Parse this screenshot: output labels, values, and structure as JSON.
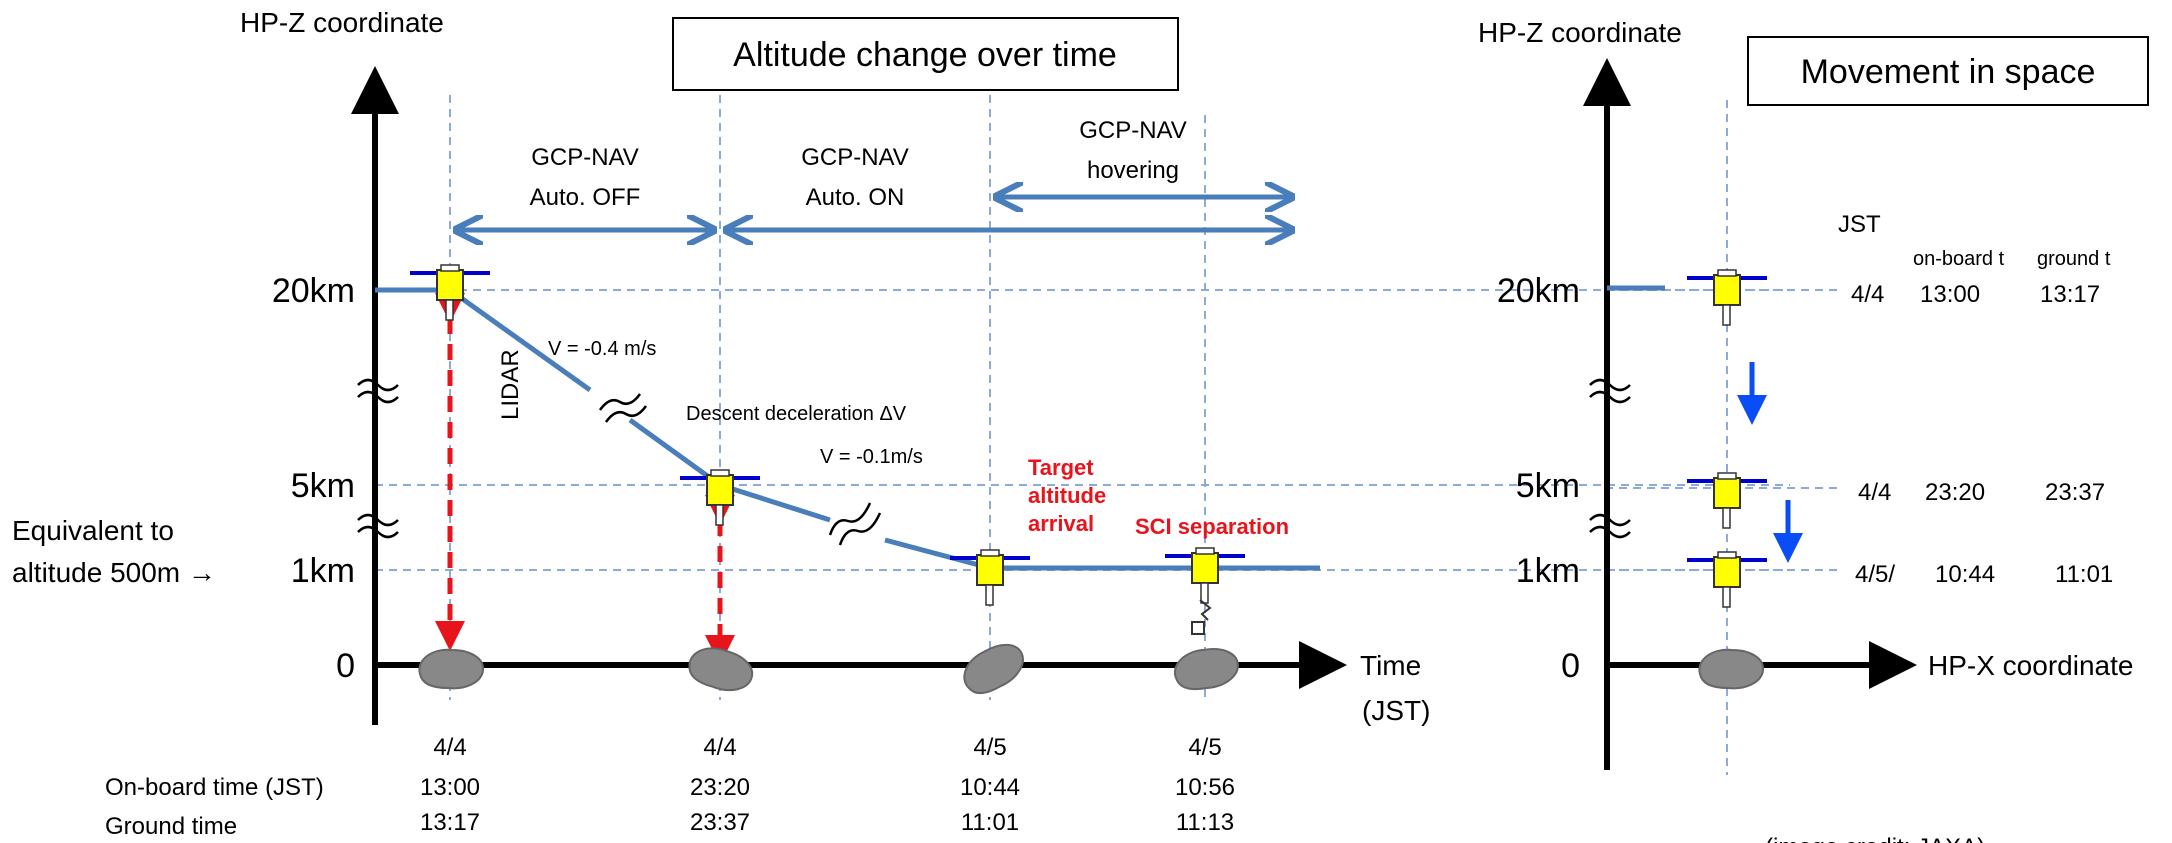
{
  "left_panel": {
    "title": "Altitude change over time",
    "y_axis_label": "HP-Z coordinate",
    "x_axis_label_line1": "Time",
    "x_axis_label_line2": "(JST)",
    "y_ticks": [
      "20km",
      "5km",
      "1km",
      "0"
    ],
    "equivalent_line1": "Equivalent to",
    "equivalent_line2": "altitude 500m →",
    "phases": [
      {
        "line1": "GCP-NAV",
        "line2": "Auto. OFF"
      },
      {
        "line1": "GCP-NAV",
        "line2": "Auto. ON"
      },
      {
        "line1": "GCP-NAV",
        "line2": "hovering"
      }
    ],
    "velocity_1": "V = -0.4 m/s",
    "decel_label": "Descent deceleration ΔV",
    "velocity_2": "V = -0.1m/s",
    "lidar_label": "LIDAR",
    "target_label": [
      "Target",
      "altitude",
      "arrival"
    ],
    "sci_label": "SCI separation",
    "row_label_onboard": "On-board time (JST)",
    "row_label_ground": "Ground time",
    "events": [
      {
        "date": "4/4",
        "onboard": "13:00",
        "ground": "13:17"
      },
      {
        "date": "4/4",
        "onboard": "23:20",
        "ground": "23:37"
      },
      {
        "date": "4/5",
        "onboard": "10:44",
        "ground": "11:01"
      },
      {
        "date": "4/5",
        "onboard": "10:56",
        "ground": "11:13"
      }
    ]
  },
  "right_panel": {
    "title": "Movement in space",
    "y_axis_label": "HP-Z coordinate",
    "x_axis_label": "HP-X coordinate",
    "y_ticks": [
      "20km",
      "5km",
      "1km",
      "0"
    ],
    "jst_header": "JST",
    "onboard_header": "on-board t",
    "ground_header": "ground t",
    "rows": [
      {
        "date": "4/4",
        "onboard": "13:00",
        "ground": "13:17"
      },
      {
        "date": "4/4",
        "onboard": "23:20",
        "ground": "23:37"
      },
      {
        "date": "4/5/",
        "onboard": "10:44",
        "ground": "11:01"
      }
    ]
  },
  "credit": "(image credit: JAXA)",
  "colors": {
    "trajectory": "#4a7ebb",
    "guide": "#8eaadb",
    "lidar": "#e8141c",
    "spacecraft": "#ffff00",
    "panel": "#0000cc",
    "asteroid": "#888888",
    "descent_arrow": "#0a4cf5"
  }
}
